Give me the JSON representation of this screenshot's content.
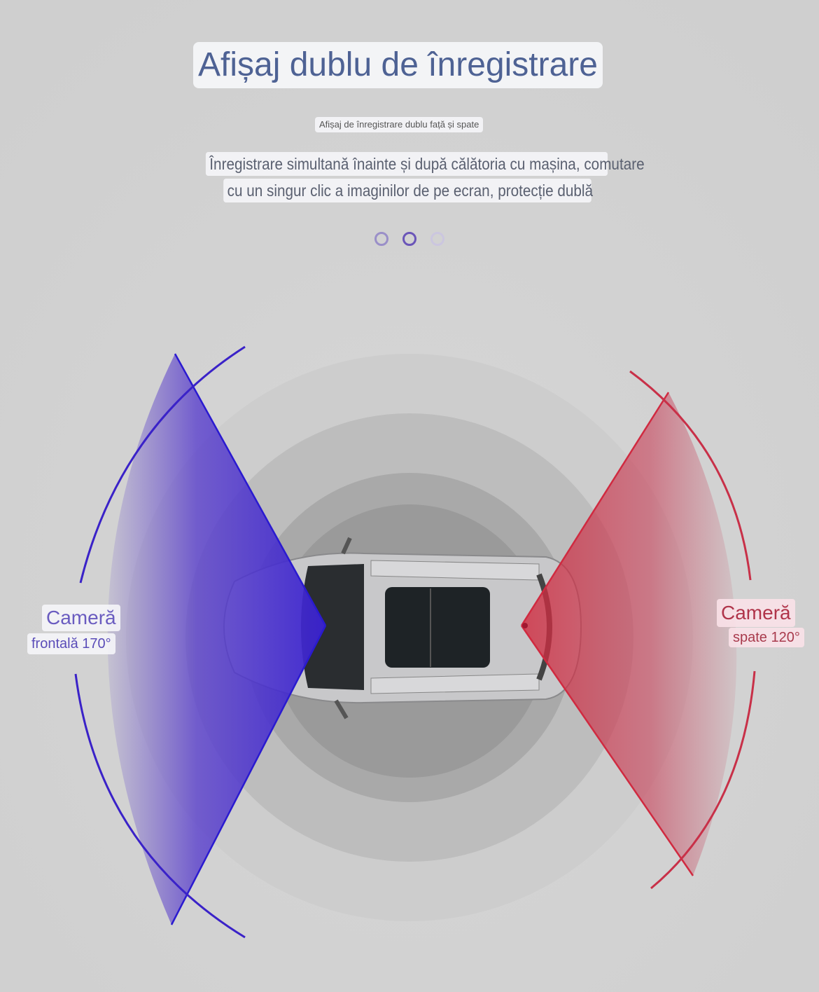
{
  "header": {
    "title": "Afișaj dublu de înregistrare",
    "subtitle": "Afișaj de înregistrare dublu față și spate",
    "description_line1": "Înregistrare simultană înainte și după călătoria cu mașina, comutare",
    "description_line2": "cu un singur clic a imaginilor de pe ecran, protecție dublă"
  },
  "carousel": {
    "count": 3,
    "active_index": 1
  },
  "front_camera": {
    "label_line1": "Cameră",
    "label_line2": "frontală 170°",
    "color": "#3a22c8"
  },
  "rear_camera": {
    "label_line1": "Cameră",
    "label_line2": "spate 120°",
    "color": "#d02a40"
  }
}
